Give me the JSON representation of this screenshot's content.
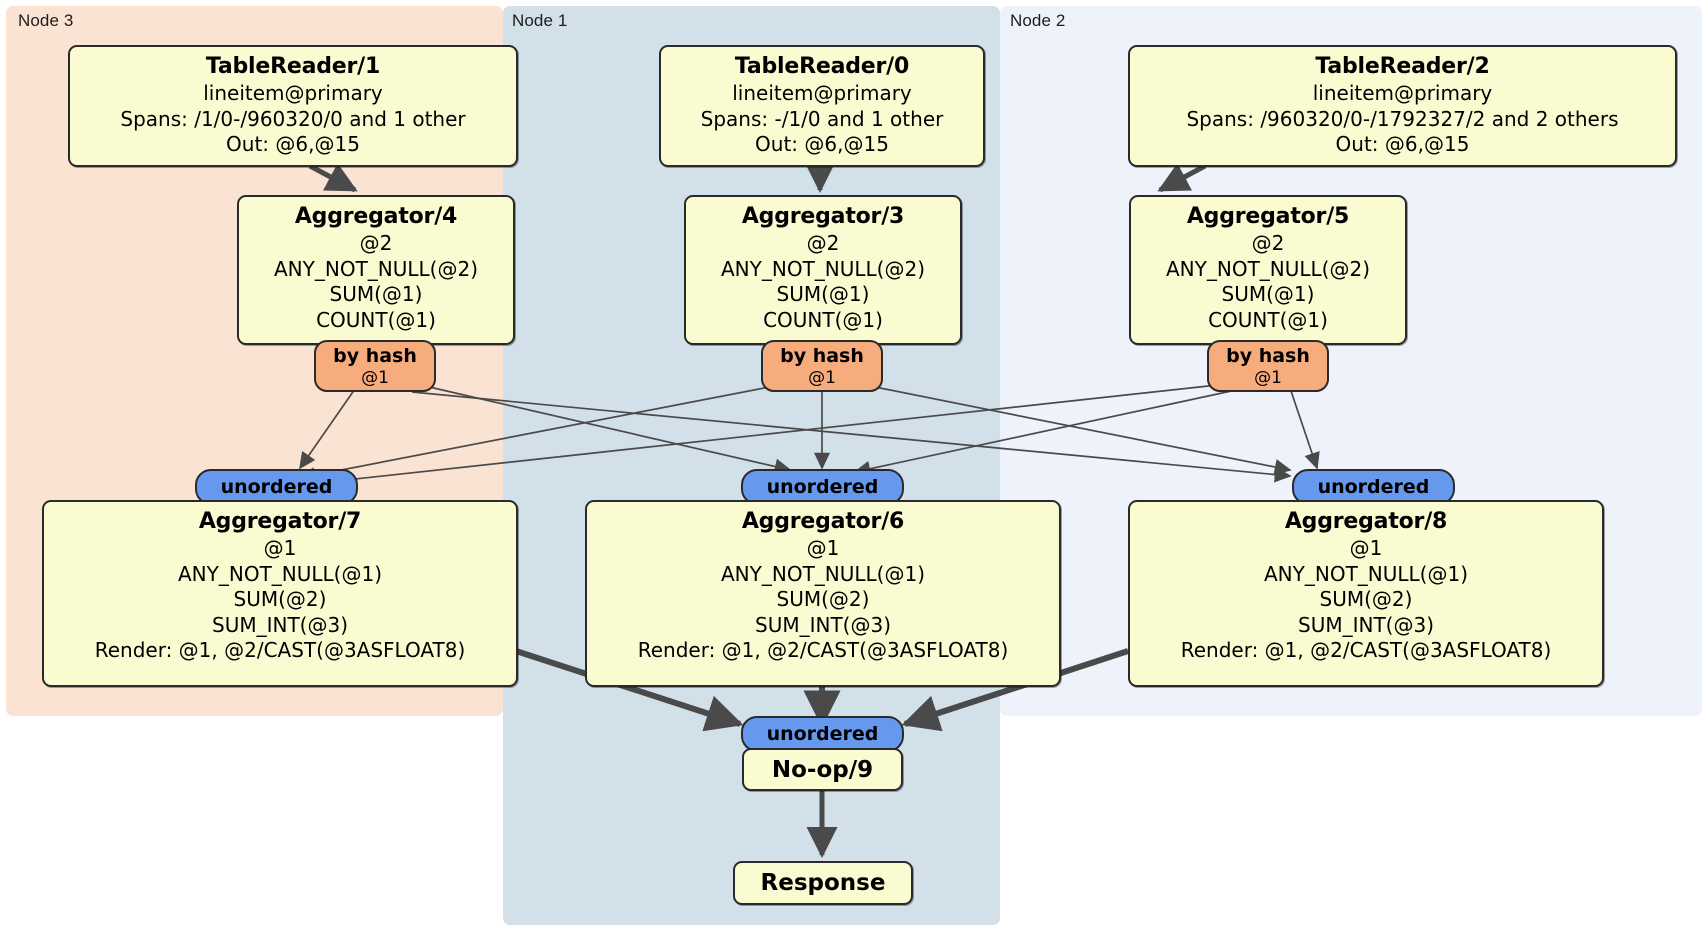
{
  "diagram": {
    "title": "Distributed query execution plan",
    "colors": {
      "node3_panel": "#fbe3d3",
      "node1_panel": "#d2e0ea",
      "node2_panel": "#eef2fb",
      "processor_fill": "#fbfbd2",
      "hash_badge": "#f6ac7c",
      "unordered_badge": "#6699ee",
      "stroke": "#2a2a2a"
    }
  },
  "panels": [
    {
      "id": "node3",
      "label": "Node 3"
    },
    {
      "id": "node1",
      "label": "Node 1"
    },
    {
      "id": "node2",
      "label": "Node 2"
    }
  ],
  "processors": {
    "tablereader1": {
      "title": "TableReader/1",
      "lines": [
        "lineitem@primary",
        "Spans: /1/0-/960320/0 and 1 other",
        "Out: @6,@15"
      ]
    },
    "tablereader0": {
      "title": "TableReader/0",
      "lines": [
        "lineitem@primary",
        "Spans: -/1/0 and 1 other",
        "Out: @6,@15"
      ]
    },
    "tablereader2": {
      "title": "TableReader/2",
      "lines": [
        "lineitem@primary",
        "Spans: /960320/0-/1792327/2 and 2 others",
        "Out: @6,@15"
      ]
    },
    "aggregator4": {
      "title": "Aggregator/4",
      "lines": [
        "@2",
        "ANY_NOT_NULL(@2)",
        "SUM(@1)",
        "COUNT(@1)"
      ]
    },
    "aggregator3": {
      "title": "Aggregator/3",
      "lines": [
        "@2",
        "ANY_NOT_NULL(@2)",
        "SUM(@1)",
        "COUNT(@1)"
      ]
    },
    "aggregator5": {
      "title": "Aggregator/5",
      "lines": [
        "@2",
        "ANY_NOT_NULL(@2)",
        "SUM(@1)",
        "COUNT(@1)"
      ]
    },
    "aggregator7": {
      "title": "Aggregator/7",
      "lines": [
        "@1",
        "ANY_NOT_NULL(@1)",
        "SUM(@2)",
        "SUM_INT(@3)",
        "Render: @1, @2/CAST(@3ASFLOAT8)"
      ]
    },
    "aggregator6": {
      "title": "Aggregator/6",
      "lines": [
        "@1",
        "ANY_NOT_NULL(@1)",
        "SUM(@2)",
        "SUM_INT(@3)",
        "Render: @1, @2/CAST(@3ASFLOAT8)"
      ]
    },
    "aggregator8": {
      "title": "Aggregator/8",
      "lines": [
        "@1",
        "ANY_NOT_NULL(@1)",
        "SUM(@2)",
        "SUM_INT(@3)",
        "Render: @1, @2/CAST(@3ASFLOAT8)"
      ]
    },
    "noop9": {
      "title": "No-op/9"
    },
    "response": {
      "title": "Response"
    }
  },
  "badges": {
    "hash_left": {
      "title": "by hash",
      "sub": "@1"
    },
    "hash_center": {
      "title": "by hash",
      "sub": "@1"
    },
    "hash_right": {
      "title": "by hash",
      "sub": "@1"
    },
    "unordered_left": {
      "label": "unordered"
    },
    "unordered_center": {
      "label": "unordered"
    },
    "unordered_right": {
      "label": "unordered"
    },
    "unordered_final": {
      "label": "unordered"
    }
  }
}
